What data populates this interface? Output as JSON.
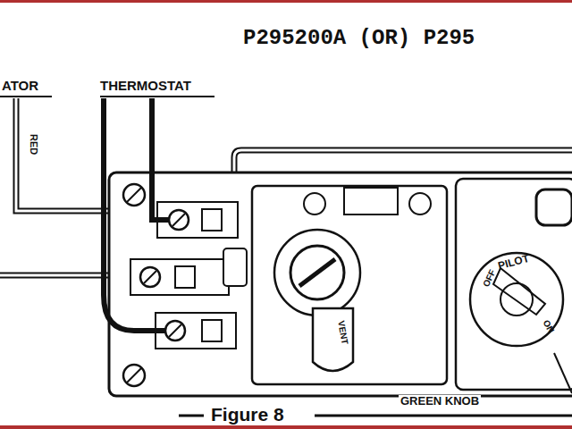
{
  "diagram": {
    "title": "P295200A (OR) P295",
    "caption": "Figure 8",
    "labels": [
      "ATOR",
      "THERMOSTAT",
      "RED",
      "VENT",
      "OFF",
      "PILOT",
      "ON",
      "GREEN KNOB"
    ]
  }
}
